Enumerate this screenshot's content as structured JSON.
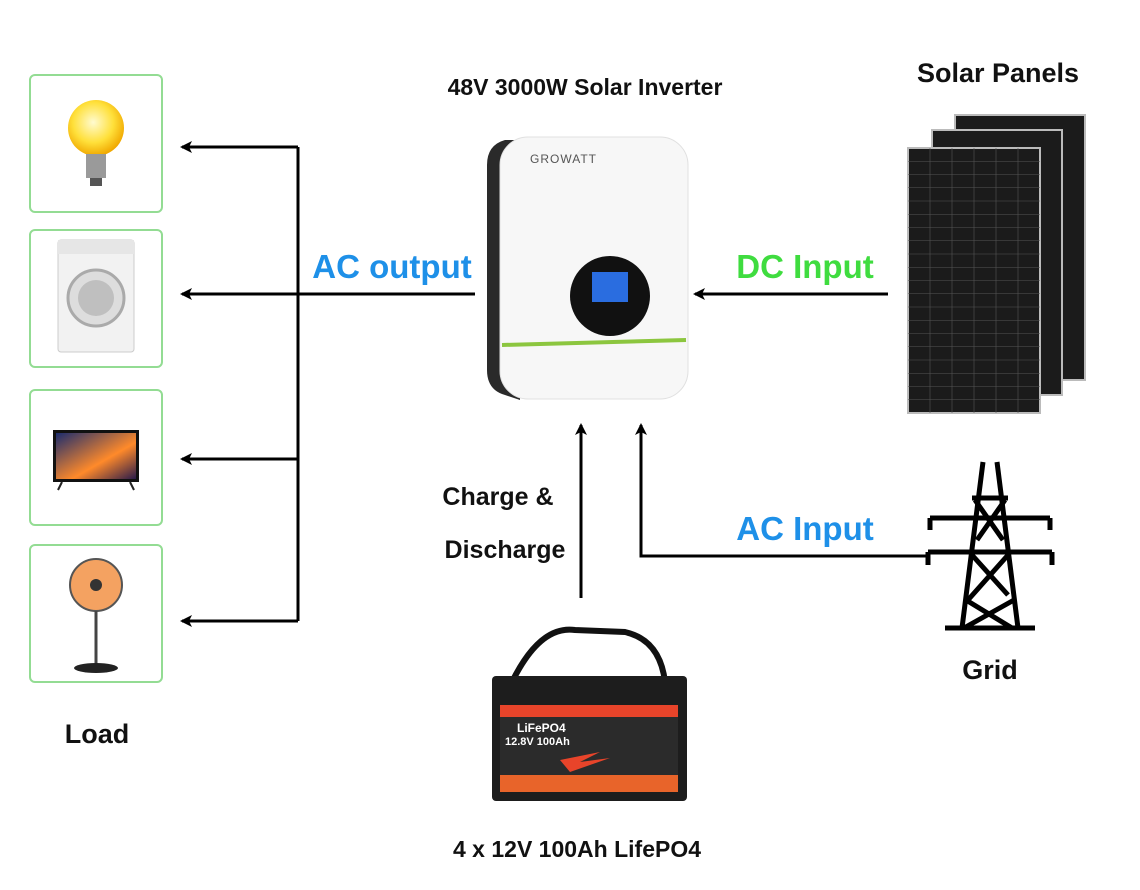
{
  "title": "48V 3000W Solar Inverter",
  "inverter_brand": "GROWATT",
  "labels": {
    "solar_panels": "Solar Panels",
    "ac_output": "AC output",
    "dc_input": "DC Input",
    "ac_input": "AC Input",
    "charge_line1": "Charge &",
    "charge_line2": "Discharge",
    "grid": "Grid",
    "load": "Load",
    "battery": "4 x 12V 100Ah LifePO4"
  },
  "battery_label": {
    "chem": "LiFePO4",
    "spec": "12.8V  100Ah"
  },
  "loads": [
    "light-bulb-icon",
    "washing-machine-icon",
    "television-icon",
    "fan-icon"
  ],
  "colors": {
    "blue": "#1e90e8",
    "green": "#3fdc3f",
    "box_border": "#93dc93",
    "inverter_stripe": "#8cc63f",
    "battery_red": "#e8442a"
  }
}
